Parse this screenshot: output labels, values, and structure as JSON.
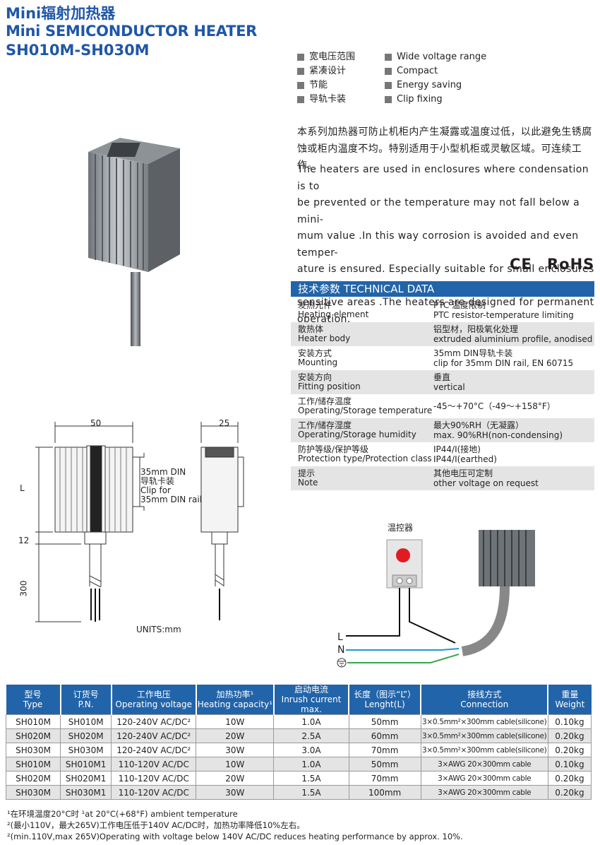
{
  "title": {
    "line1": "Mini辐射加热器",
    "line2": "Mini SEMICONDUCTOR HEATER",
    "line3": "SH010M-SH030M"
  },
  "features_cn": [
    "宽电压范围",
    "紧凑设计",
    "节能",
    "导轨卡装"
  ],
  "features_en": [
    "Wide voltage range",
    "Compact",
    "Energy saving",
    "Clip fixing"
  ],
  "description": {
    "cn_line1": "本系列加热器可防止机柜内产生凝露或温度过低，以此避免生锈腐",
    "cn_line2": "蚀或柜内温度不均。特别适用于小型机柜或灵敏区域。可连续工作。",
    "en_lines": [
      "The heaters are used in enclosures where condensation is to",
      "be prevented or the temperature may  not fall below a mini-",
      "mum value .In this way corrosion is avoided and even temper-",
      "ature is ensured. Especially suitable for small enclosures or",
      "sensitive areas .The heaters are designed for permanent",
      "operation."
    ]
  },
  "certifications": {
    "ce": "CE",
    "rohs": "RoHS"
  },
  "technical": {
    "header": "技术参数  TECHNICAL DATA",
    "rows": [
      {
        "label_cn": "发热元件",
        "label_en": "Heating element",
        "value_cn": "PTC 温度限制",
        "value_en": "PTC resistor-temperature limiting"
      },
      {
        "label_cn": "散热体",
        "label_en": "Heater body",
        "value_cn": "铝型材，阳极氧化处理",
        "value_en": "extruded aluminium profile, anodised"
      },
      {
        "label_cn": "安装方式",
        "label_en": "Mounting",
        "value_cn": "35mm DIN导轨卡装",
        "value_en": "clip for 35mm DIN rail, EN 60715"
      },
      {
        "label_cn": "安装方向",
        "label_en": "Fitting position",
        "value_cn": "垂直",
        "value_en": "vertical"
      },
      {
        "label_cn": "工作/储存温度",
        "label_en": "Operating/Storage temperature",
        "value_cn": "",
        "value_en": "-45～+70°C（-49～+158°F）"
      },
      {
        "label_cn": "工作/储存湿度",
        "label_en": "Operating/Storage humidity",
        "value_cn": "最大90%RH（无凝露）",
        "value_en": "max. 90%RH(non-condensing)"
      },
      {
        "label_cn": "防护等级/保护等级",
        "label_en": "Protection type/Protection class",
        "value_cn": "IP44/Ⅰ(接地)",
        "value_en": "IP44/Ⅰ(earthed)"
      },
      {
        "label_cn": "提示",
        "label_en": "Note",
        "value_cn": "其他电压可定制",
        "value_en": "other voltage on request"
      }
    ]
  },
  "drawing": {
    "dim_width": "50",
    "dim_depth": "25",
    "dim_L": "L",
    "dim_12": "12",
    "dim_300": "300",
    "rail_cn1": "35mm DIN",
    "rail_cn2": "导轨卡装",
    "rail_en1": "Clip for",
    "rail_en2": "35mm DIN rail",
    "units": "UNITS:mm"
  },
  "wiring": {
    "thermostat": "温控器",
    "L": "L",
    "N": "N"
  },
  "models": {
    "headers": [
      {
        "cn": "型号",
        "en": "Type"
      },
      {
        "cn": "订货号",
        "en": "P.N."
      },
      {
        "cn": "工作电压",
        "en": "Operating voltage"
      },
      {
        "cn": "加热功率¹",
        "en": "Heating capacity¹"
      },
      {
        "cn": "启动电流",
        "en": "Inrush current max."
      },
      {
        "cn": "长度（图示“L”）",
        "en": "Lenght(L)"
      },
      {
        "cn": "接线方式",
        "en": "Connection"
      },
      {
        "cn": "重量",
        "en": "Weight"
      }
    ],
    "rows": [
      [
        "SH010M",
        "SH010M",
        "120-240V AC/DC²",
        "10W",
        "1.0A",
        "50mm",
        "3×0.5mm²×300mm cable(silicone)",
        "0.10kg"
      ],
      [
        "SH020M",
        "SH020M",
        "120-240V AC/DC²",
        "20W",
        "2.5A",
        "60mm",
        "3×0.5mm²×300mm cable(silicone)",
        "0.20kg"
      ],
      [
        "SH030M",
        "SH030M",
        "120-240V AC/DC²",
        "30W",
        "3.0A",
        "70mm",
        "3×0.5mm²×300mm cable(silicone)",
        "0.20kg"
      ],
      [
        "SH010M",
        "SH010M1",
        "110-120V AC/DC",
        "10W",
        "1.0A",
        "50mm",
        "3×AWG 20×300mm cable",
        "0.10kg"
      ],
      [
        "SH020M",
        "SH020M1",
        "110-120V AC/DC",
        "20W",
        "1.5A",
        "70mm",
        "3×AWG 20×300mm cable",
        "0.20kg"
      ],
      [
        "SH030M",
        "SH030M1",
        "110-120V AC/DC",
        "30W",
        "1.5A",
        "100mm",
        "3×AWG 20×300mm cable",
        "0.20kg"
      ]
    ]
  },
  "notes": [
    "¹在环境温度20°C时 ¹at 20°C(+68°F) ambient  temperature",
    "²(最小110V，最大265V)工作电压低于140V AC/DC时，加热功率降低10%左右。",
    "²(min.110V,max 265V)Operating with voltage below 140V AC/DC reduces heating performance by approx. 10%."
  ]
}
